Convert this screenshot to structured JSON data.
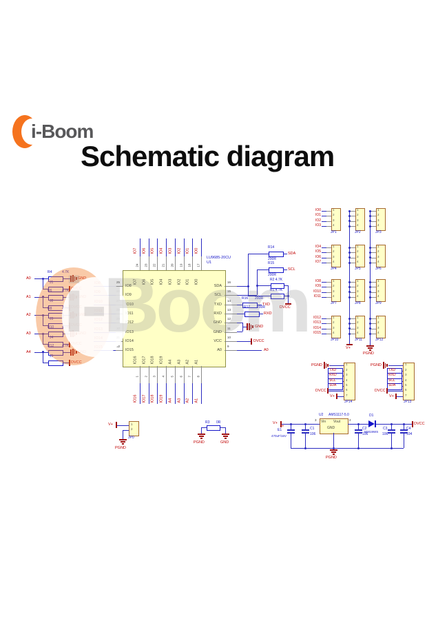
{
  "logo": {
    "text": "i-Boom"
  },
  "title": "Schematic diagram",
  "watermark": {
    "text": "i-Boom"
  },
  "colors": {
    "wire": "#2a2ac0",
    "stub": "#8a8a8a",
    "net_label": "#c00000",
    "ground": "#a01010",
    "refdes": "#1414c8",
    "pin_num": "#333333",
    "chip_text": "#44443a",
    "chip_fill": "#ffffc6",
    "chip_border": "#8f8f46",
    "header_fill": "#ffffc8",
    "header_border": "#a5672e",
    "logo_orange": "#f5731e",
    "logo_gray": "#58585a"
  },
  "nets": {
    "gnd": "GND",
    "dvcc": "DVCC",
    "vplus": "V+",
    "pgnd": "PGND"
  },
  "chip": {
    "refdes": "U1",
    "part": "LU9685-20CU",
    "top_pins": [
      {
        "num": "24",
        "name": "IO7"
      },
      {
        "num": "23",
        "name": "IO6"
      },
      {
        "num": "22",
        "name": "IO5"
      },
      {
        "num": "21",
        "name": "IO4"
      },
      {
        "num": "20",
        "name": "IO3"
      },
      {
        "num": "19",
        "name": "IO2"
      },
      {
        "num": "18",
        "name": "IO1"
      },
      {
        "num": "17",
        "name": "IO0"
      }
    ],
    "left_pins": [
      {
        "num": "25",
        "name": "IO8"
      },
      {
        "num": "26",
        "name": "IO9"
      },
      {
        "num": "27",
        "name": "IO10"
      },
      {
        "num": "28",
        "name": "IO11"
      },
      {
        "num": "29",
        "name": "IO12"
      },
      {
        "num": "30",
        "name": "IO13"
      },
      {
        "num": "31",
        "name": "IO14"
      },
      {
        "num": "32",
        "name": "IO15"
      }
    ],
    "right_pins": [
      {
        "num": "16",
        "name": "SDA"
      },
      {
        "num": "15",
        "name": "SCL"
      },
      {
        "num": "14",
        "name": "TXD"
      },
      {
        "num": "13",
        "name": "RXD"
      },
      {
        "num": "12",
        "name": "GND"
      },
      {
        "num": "11",
        "name": "GND"
      },
      {
        "num": "10",
        "name": "VCC"
      },
      {
        "num": "9",
        "name": "A0"
      }
    ],
    "bottom_pins": [
      {
        "num": "1",
        "name": "IO16"
      },
      {
        "num": "2",
        "name": "IO17"
      },
      {
        "num": "3",
        "name": "IO18"
      },
      {
        "num": "4",
        "name": "IO19"
      },
      {
        "num": "5",
        "name": "A4"
      },
      {
        "num": "6",
        "name": "A3"
      },
      {
        "num": "7",
        "name": "A2"
      },
      {
        "num": "8",
        "name": "A1"
      }
    ]
  },
  "address_blocks": [
    {
      "net": "A0",
      "res": "R4",
      "val": "4.7K",
      "jumper": "J1"
    },
    {
      "net": "A1",
      "res": "R6",
      "val": "4.7K",
      "jumper": "J2"
    },
    {
      "net": "A2",
      "res": "R8",
      "val": "4.7K",
      "jumper": "J3"
    },
    {
      "net": "A3",
      "res": "R10",
      "val": "4.7K",
      "jumper": "J4"
    },
    {
      "net": "A4",
      "res": "R12",
      "val": "4.7K",
      "jumper": "J5"
    }
  ],
  "i2c": {
    "r14": {
      "ref": "R14",
      "val": "200R",
      "net": "SDA"
    },
    "r15": {
      "ref": "R15",
      "val": "200R",
      "net": "SCL"
    },
    "r2": {
      "ref": "R2",
      "val": "4.7K"
    },
    "r1": {
      "ref": "R1",
      "val": "4.7K"
    },
    "r16": {
      "ref": "R16",
      "val": "200R",
      "net": "TXD"
    },
    "r17": {
      "ref": "R17",
      "val": "200R",
      "net": "RXD"
    },
    "a0_net": "A0"
  },
  "io_headers": {
    "pin_numbers": [
      "1",
      "2",
      "3",
      "4"
    ],
    "rows": [
      {
        "labels": [
          "IO0",
          "IO1",
          "IO2",
          "IO3"
        ],
        "names": [
          "JP1",
          "JP2",
          "JP3"
        ]
      },
      {
        "labels": [
          "IO4",
          "IO5",
          "IO6",
          "IO7"
        ],
        "names": [
          "JP4",
          "JP5",
          "JP6"
        ]
      },
      {
        "labels": [
          "IO8",
          "IO9",
          "IO10",
          "IO11"
        ],
        "names": [
          "JP7",
          "JP8",
          "JP9"
        ]
      },
      {
        "labels": [
          "IO12",
          "IO13",
          "IO14",
          "IO15"
        ],
        "names": [
          "JP10",
          "JP11",
          "JP12"
        ]
      }
    ],
    "bus_mid": "V+",
    "bus_right": "PGND"
  },
  "serial_headers": {
    "pin_numbers": [
      "1",
      "2",
      "3",
      "4",
      "5",
      "6",
      "7"
    ],
    "pins": [
      "PGND",
      "TXD",
      "RXD",
      "SCL",
      "SDA",
      "DVCC",
      "V+"
    ],
    "left_name": "JP14",
    "right_name": "JP13"
  },
  "jp0": {
    "name": "JP0",
    "pwr": "V+",
    "gnd": "PGND",
    "pins": [
      "1",
      "2"
    ]
  },
  "r3": {
    "ref": "R3",
    "val": "0R",
    "left": "PGND",
    "right": "GND"
  },
  "power": {
    "input": "V+",
    "output": "DVCC",
    "pgnd": "PGND",
    "u2": {
      "refdes": "U2",
      "part": "AMS1117-5.0",
      "vin": "Vin",
      "vout": "Vout",
      "gnd": "GND",
      "pin_in": "3",
      "pin_out": "2"
    },
    "e1": {
      "ref": "E1",
      "val": "470uF/16V",
      "polarity": "+"
    },
    "c1": {
      "ref": "C1",
      "val": "106"
    },
    "c2": {
      "ref": "C2",
      "val": "106"
    },
    "c3": {
      "ref": "C3",
      "val": "106"
    },
    "c4": {
      "ref": "C4",
      "val": "104"
    },
    "d1": {
      "ref": "D1",
      "val": "B5819WS"
    }
  }
}
